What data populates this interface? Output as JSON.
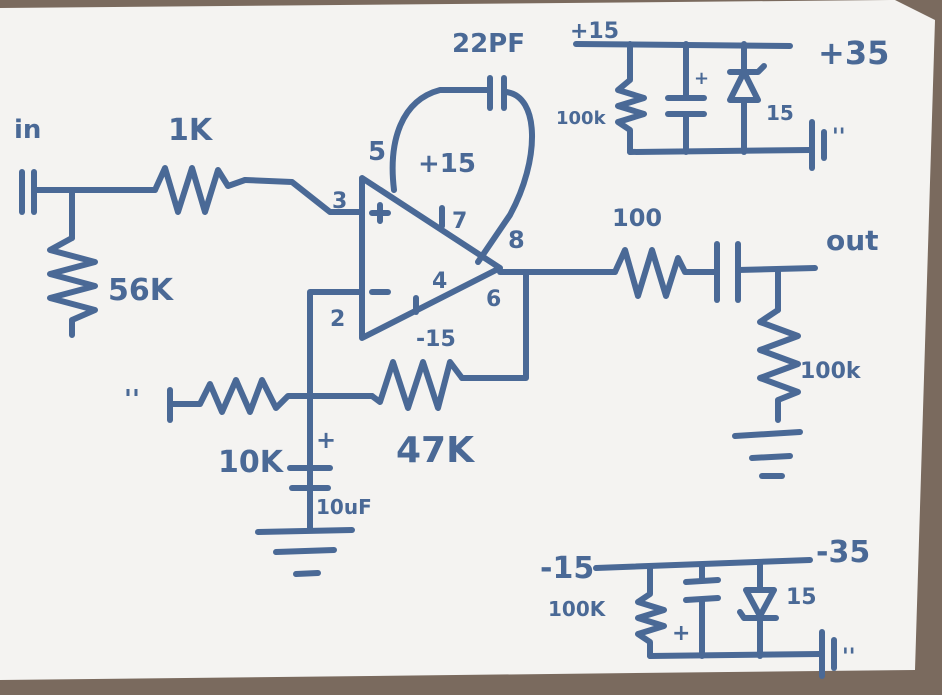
{
  "colors": {
    "ink": "#4a6996",
    "paper": "#f4f3f1",
    "table": "#7a6a5e"
  },
  "diagram": {
    "labels": {
      "input": "in",
      "output": "out",
      "r_input": "1K",
      "r_bias": "56K",
      "r_ground_leg": "10K",
      "r_feedback": "47K",
      "r_output": "100",
      "r_load": "100k",
      "c_decouple": "10uF",
      "c_decouple_plus": "+",
      "c_comp": "22PF",
      "pin_3": "3",
      "pin_2": "2",
      "pin_4": "4",
      "pin_5": "5",
      "pin_6": "6",
      "pin_7": "7",
      "pin_8": "8",
      "plus_input_sign": "+",
      "minus_input_sign": "-",
      "supply_pos_at_opamp": "+15",
      "supply_neg_at_opamp": "-15",
      "pos_reg_in": "+35",
      "pos_reg_out": "+15",
      "pos_reg_r": "100k",
      "pos_reg_zener": "15",
      "pos_reg_cap_plus": "+",
      "neg_reg_in": "-35",
      "neg_reg_out": "-15",
      "neg_reg_r": "100K",
      "neg_reg_zener": "15",
      "neg_reg_cap_plus": "+",
      "tick_marks": "''"
    }
  }
}
